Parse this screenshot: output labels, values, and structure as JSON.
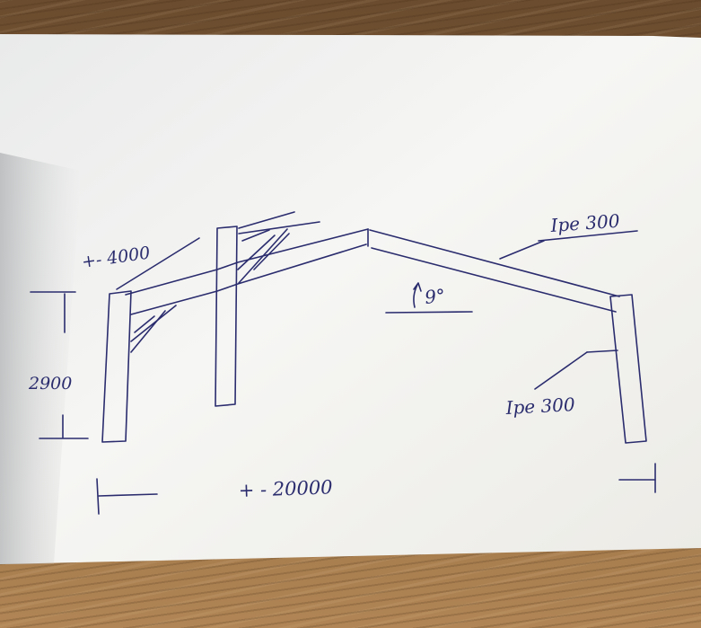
{
  "sketch": {
    "labels": {
      "bay_spacing": "+- 4000",
      "column_height": "2900",
      "roof_pitch": "9°",
      "rafter_section": "Ipe 300",
      "column_section": "Ipe 300",
      "span": "+ - 20000"
    }
  },
  "colors": {
    "ink": "#2a2c6e",
    "paper": "#f4f4f2",
    "table": "#8a6a45"
  }
}
